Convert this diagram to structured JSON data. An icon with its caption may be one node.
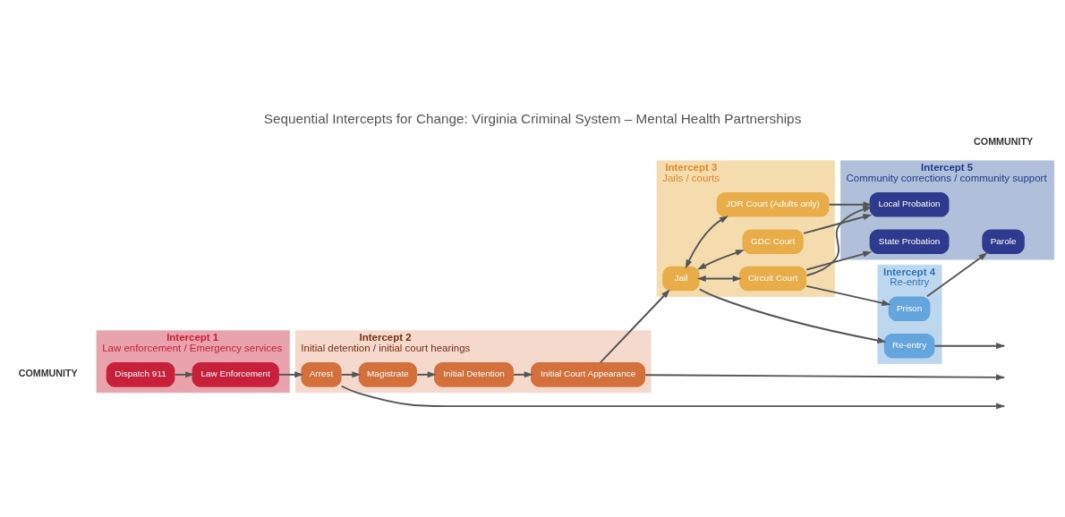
{
  "diagram": {
    "title": "Sequential Intercepts for Change: Virginia Criminal System – Mental Health Partnerships",
    "nodes": [
      {
        "text": [
          "Intercept 1",
          "Law enforcement / Emergency services"
        ]
      },
      {
        "text": [
          "Dispatch 911"
        ],
        "in": 0
      },
      {
        "text": [
          "Law Enforcement"
        ],
        "in": 0
      },
      {
        "text": [
          "Intercept 2",
          "Initial detention / initial court hearings"
        ]
      },
      {
        "text": [
          "Arrest"
        ],
        "in": 3
      },
      {
        "text": [
          "Magistrate"
        ],
        "in": 3
      },
      {
        "text": [
          "Initial Detention"
        ],
        "in": 3
      },
      {
        "text": [
          "Initial Court Appearance"
        ],
        "in": 3
      },
      {
        "text": [
          "Intercept 3",
          "Jails / courts"
        ]
      },
      {
        "text": [
          "Circuit Court"
        ],
        "in": 8
      },
      {
        "text": [
          "GDC Court"
        ],
        "in": 8
      },
      {
        "text": [
          "Jail"
        ],
        "in": 8
      },
      {
        "text": [
          "JDR Court (Adults only)"
        ],
        "in": 8
      },
      {
        "text": [
          "Intercept 4",
          "Re-entry"
        ]
      },
      {
        "text": [
          "Prison"
        ],
        "in": 13
      },
      {
        "text": [
          "Re-entry"
        ],
        "in": 13
      },
      {
        "text": [
          "Intercept 5",
          "Community corrections / community support"
        ]
      },
      {
        "text": [
          "Parole"
        ],
        "in": 16
      },
      {
        "text": [
          "State Probation"
        ],
        "in": 16
      },
      {
        "text": [
          "Local Probation"
        ],
        "in": 16
      }
    ],
    "edges": [
      {
        "from": 1,
        "to": 2,
        "arrow": "to"
      },
      {
        "from": 2,
        "to": 4,
        "arrow": "to"
      },
      {
        "from": 4,
        "to": 5,
        "arrow": "to"
      },
      {
        "from": 5,
        "to": 6,
        "arrow": "to"
      },
      {
        "from": 6,
        "to": 7,
        "arrow": "to"
      },
      {
        "from": 7,
        "to": 11,
        "arrow": "to"
      },
      {
        "from": 11,
        "to": 9,
        "arrow": "both"
      },
      {
        "from": 11,
        "to": 10,
        "arrow": "both"
      },
      {
        "from": 11,
        "to": 12,
        "arrow": "both"
      },
      {
        "from": 9,
        "to": 14,
        "arrow": "to"
      },
      {
        "from": 14,
        "to": 17,
        "arrow": "to"
      },
      {
        "from": 9,
        "to": 18,
        "arrow": "to"
      },
      {
        "from": 9,
        "to": 19,
        "arrow": "to"
      },
      {
        "from": 10,
        "to": 19,
        "arrow": "to"
      },
      {
        "from": 12,
        "to": 19,
        "arrow": "to"
      },
      {
        "from": 11,
        "to": 15,
        "arrow": "to"
      },
      {
        "from": 15,
        "to": null,
        "arrow": "to"
      },
      {
        "from": 7,
        "to": null,
        "arrow": "to"
      },
      {
        "from": 4,
        "to": null,
        "arrow": "to"
      }
    ],
    "labels": [
      "COMMUNITY",
      "COMMUNITY"
    ]
  }
}
